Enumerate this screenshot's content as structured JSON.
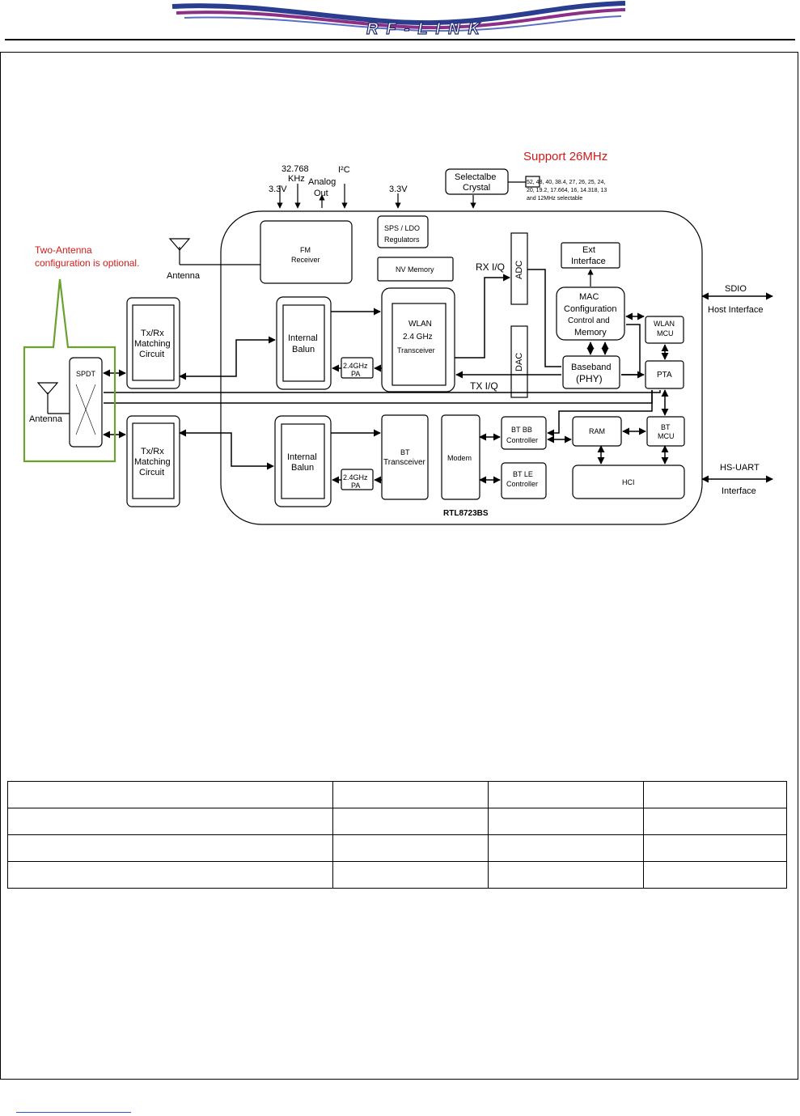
{
  "brand": {
    "name": "RF-LINK"
  },
  "diagram": {
    "support_note": "Support 26MHz",
    "optional_note_line1": "Two-Antenna",
    "optional_note_line2": "configuration is optional.",
    "clock_line1": "32.768",
    "clock_line2": "KHz",
    "v33_left": "3.3V",
    "analog_line1": "Analog",
    "analog_line2": "Out",
    "i2c": "I²C",
    "v33_center": "3.3V",
    "crystal_line1": "Selectalbe",
    "crystal_line2": "Crystal",
    "crystal_freq_line1": "52, 48, 40, 38.4, 27, 26, 25, 24,",
    "crystal_freq_line2": "20, 19.2, 17.664, 16, 14.318, 13",
    "crystal_freq_line3": "and 12MHz selectable",
    "fm_line1": "FM",
    "fm_line2": "Receiver",
    "antenna_fm": "Antenna",
    "sps_line1": "SPS / LDO",
    "sps_line2": "Regulators",
    "nv_memory": "NV Memory",
    "rx_iq": "RX I/Q",
    "adc": "ADC",
    "dac": "DAC",
    "tx_iq": "TX I/Q",
    "ext_line1": "Ext",
    "ext_line2": "Interface",
    "mac_line1": "MAC",
    "mac_line2": "Configuration",
    "mac_line3": "Control and",
    "mac_line4": "Memory",
    "wlan_mcu_line1": "WLAN",
    "wlan_mcu_line2": "MCU",
    "baseband_line1": "Baseband",
    "baseband_line2": "(PHY)",
    "pta": "PTA",
    "sdio_line1": "SDIO",
    "sdio_line2": "Host Interface",
    "wlan_tr_line1": "WLAN",
    "wlan_tr_line2": "2.4 GHz",
    "wlan_tr_line3": "Transceiver",
    "balun_line1": "Internal",
    "balun_line2": "Balun",
    "pa_line1": "2.4GHz",
    "pa_line2": "PA",
    "txrx_line1": "Tx/Rx",
    "txrx_line2": "Matching",
    "txrx_line3": "Circuit",
    "spdt": "SPDT",
    "antenna_left": "Antenna",
    "bt_tr_line1": "BT",
    "bt_tr_line2": "Transceiver",
    "modem": "Modem",
    "btbb_line1": "BT BB",
    "btbb_line2": "Controller",
    "btle_line1": "BT LE",
    "btle_line2": "Controller",
    "ram": "RAM",
    "bt_mcu_line1": "BT",
    "bt_mcu_line2": "MCU",
    "hci": "HCI",
    "hsuart_line1": "HS-UART",
    "hsuart_line2": "Interface",
    "chip_name": "RTL8723BS"
  },
  "table": {
    "rows": [
      [
        "",
        "",
        "",
        ""
      ],
      [
        "",
        "",
        "",
        ""
      ],
      [
        "",
        "",
        "",
        ""
      ],
      [
        "",
        "",
        "",
        ""
      ]
    ]
  }
}
